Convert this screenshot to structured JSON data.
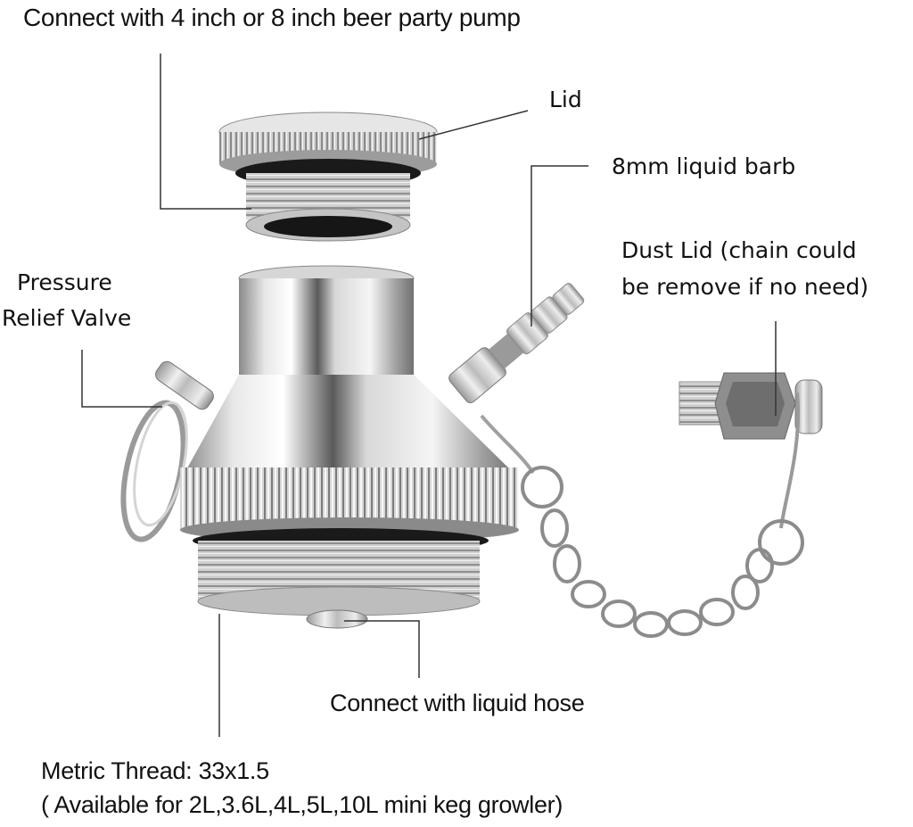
{
  "diagram": {
    "subject": "Stainless growler tap / mini keg spear with dust lid and chain",
    "background_color": "#ffffff",
    "leader_line_color": "#333333",
    "metal_color": "#c8c8c8",
    "gasket_color": "#1a1a1a"
  },
  "labels": {
    "pump": "Connect with 4 inch or 8 inch beer party pump",
    "lid": "Lid",
    "barb": "8mm liquid barb",
    "dust_lid_line1": "Dust Lid (chain could",
    "dust_lid_line2": "be remove if no need)",
    "relief_line1": "Pressure",
    "relief_line2": "Relief Valve",
    "liquid_hose": "Connect with liquid hose",
    "thread_line1": "Metric Thread: 33x1.5",
    "thread_line2": "( Available for 2L,3.6L,4L,5L,10L mini keg growler)"
  },
  "parts": [
    {
      "id": "lid",
      "name": "Lid"
    },
    {
      "id": "barb",
      "name": "8mm liquid barb"
    },
    {
      "id": "dust-lid",
      "name": "Dust Lid"
    },
    {
      "id": "relief-valve",
      "name": "Pressure Relief Valve"
    },
    {
      "id": "liquid-outlet",
      "name": "Liquid hose connection"
    },
    {
      "id": "thread",
      "name": "Metric Thread 33x1.5"
    }
  ]
}
